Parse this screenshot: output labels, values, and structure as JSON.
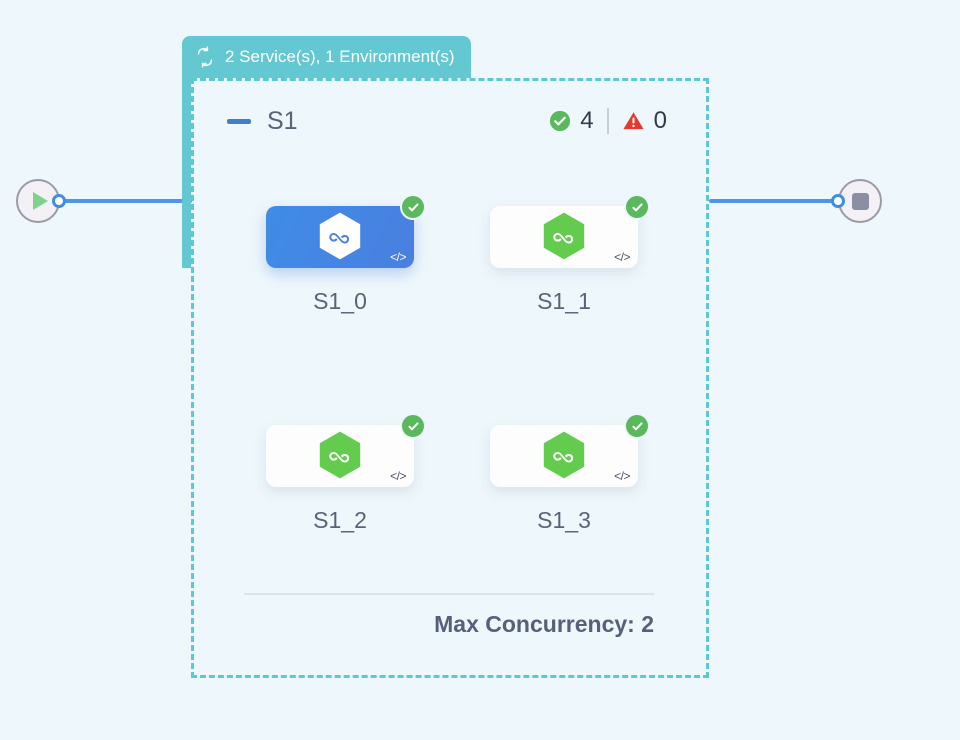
{
  "canvas": {
    "background_color": "#eef7fb"
  },
  "start_node": {
    "name": "start",
    "icon": "play-icon",
    "handle": "output-handle"
  },
  "end_node": {
    "name": "end",
    "icon": "stop-icon",
    "handle": "input-handle"
  },
  "edges": [
    {
      "from": "start",
      "to": "group"
    },
    {
      "from": "group",
      "to": "end"
    }
  ],
  "group": {
    "tab_icon": "repeat-icon",
    "tab_label": "2 Service(s), 1 Environment(s)",
    "accent_color": "#63c8d2",
    "collapse_icon": "minus-icon",
    "name": "S1",
    "status": {
      "success_icon": "check-circle-icon",
      "success_count": "4",
      "error_icon": "warning-triangle-icon",
      "error_count": "0",
      "success_color": "#5cb85c",
      "error_color": "#e03b2f"
    },
    "nodes": [
      {
        "label": "S1_0",
        "icon": "node-hexagon-icon",
        "selected": true,
        "badge_icon": "check-circle-icon",
        "code_glyph": "</>"
      },
      {
        "label": "S1_1",
        "icon": "node-hexagon-icon",
        "selected": false,
        "badge_icon": "check-circle-icon",
        "code_glyph": "</>"
      },
      {
        "label": "S1_2",
        "icon": "node-hexagon-icon",
        "selected": false,
        "badge_icon": "check-circle-icon",
        "code_glyph": "</>"
      },
      {
        "label": "S1_3",
        "icon": "node-hexagon-icon",
        "selected": false,
        "badge_icon": "check-circle-icon",
        "code_glyph": "</>"
      }
    ],
    "footer_label": "Max Concurrency: 2"
  }
}
